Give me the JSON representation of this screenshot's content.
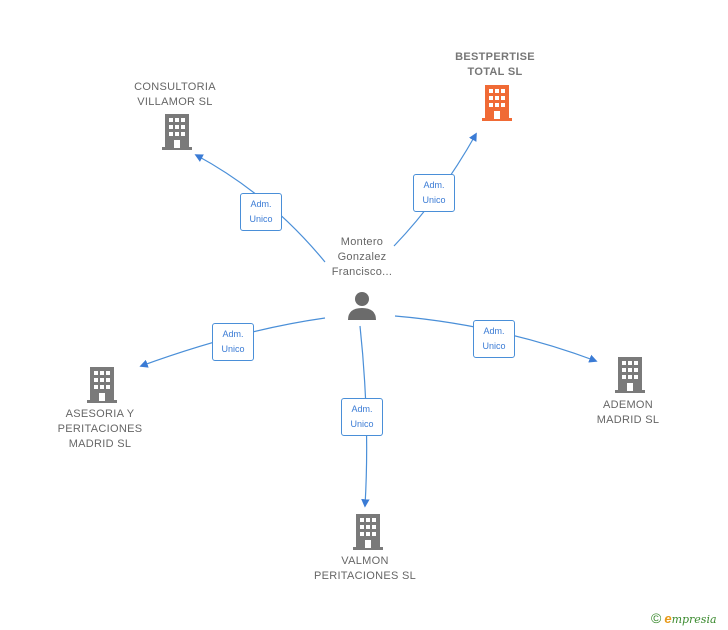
{
  "center": {
    "name": "Montero\nGonzalez\nFrancisco...",
    "icon": "person-icon"
  },
  "companies": [
    {
      "id": "consultoria",
      "name": "CONSULTORIA\nVILLAMOR SL",
      "icon": "building-icon",
      "color": "#7a7a7a",
      "highlight": false
    },
    {
      "id": "bestpertise",
      "name": "BESTPERTISE\nTOTAL  SL",
      "icon": "building-icon",
      "color": "#f06a35",
      "highlight": true
    },
    {
      "id": "asesoria",
      "name": "ASESORIA Y\nPERITACIONES\nMADRID  SL",
      "icon": "building-icon",
      "color": "#7a7a7a",
      "highlight": false
    },
    {
      "id": "ademon",
      "name": "ADEMON\nMADRID  SL",
      "icon": "building-icon",
      "color": "#7a7a7a",
      "highlight": false
    },
    {
      "id": "valmon",
      "name": "VALMON\nPERITACIONES SL",
      "icon": "building-icon",
      "color": "#7a7a7a",
      "highlight": false
    }
  ],
  "relations": [
    {
      "to": "consultoria",
      "line1": "Adm.",
      "line2": "Unico"
    },
    {
      "to": "bestpertise",
      "line1": "Adm.",
      "line2": "Unico"
    },
    {
      "to": "asesoria",
      "line1": "Adm.",
      "line2": "Unico"
    },
    {
      "to": "ademon",
      "line1": "Adm.",
      "line2": "Unico"
    },
    {
      "to": "valmon",
      "line1": "Adm.",
      "line2": "Unico"
    }
  ],
  "colors": {
    "edge": "#3a7bd5",
    "node": "#7a7a7a",
    "highlight": "#f06a35"
  },
  "footer": {
    "copyright": "©",
    "brand_initial": "e",
    "brand_rest": "mpresia"
  }
}
